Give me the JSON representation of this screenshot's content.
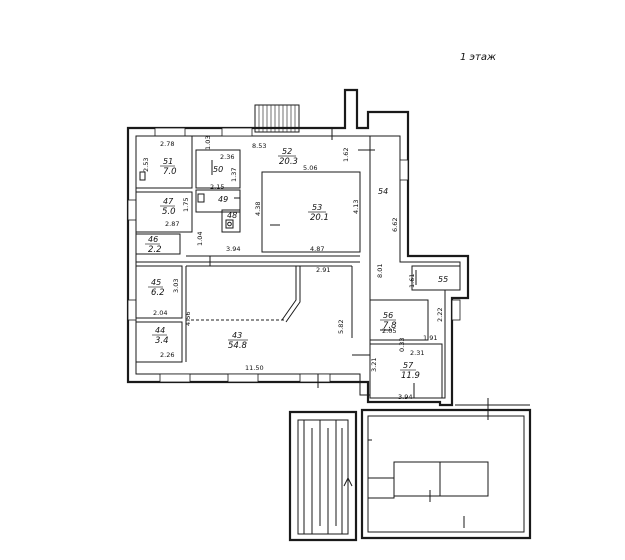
{
  "floor_label": "1 этаж",
  "rooms": [
    {
      "id": "51",
      "number": "51",
      "area": "7.0"
    },
    {
      "id": "50",
      "number": "50",
      "area": ""
    },
    {
      "id": "52",
      "number": "52",
      "area": "20.3"
    },
    {
      "id": "49",
      "number": "49",
      "area": ""
    },
    {
      "id": "48",
      "number": "48",
      "area": ""
    },
    {
      "id": "47",
      "number": "47",
      "area": "5.0"
    },
    {
      "id": "53",
      "number": "53",
      "area": "20.1"
    },
    {
      "id": "54",
      "number": "54",
      "area": ""
    },
    {
      "id": "46",
      "number": "46",
      "area": "2.2"
    },
    {
      "id": "55",
      "number": "55",
      "area": ""
    },
    {
      "id": "45",
      "number": "45",
      "area": "6.2"
    },
    {
      "id": "56",
      "number": "56",
      "area": "7.8"
    },
    {
      "id": "44",
      "number": "44",
      "area": "3.4"
    },
    {
      "id": "43",
      "number": "43",
      "area": "54.8"
    },
    {
      "id": "57",
      "number": "57",
      "area": "11.9"
    }
  ],
  "dimensions": [
    "2.78",
    "1.03",
    "8.53",
    "2.53",
    "2.36",
    "1.37",
    "1.62",
    "5.06",
    "2.15",
    "1.75",
    "4.38",
    "4.13",
    "6.62",
    "2.87",
    "1.04",
    "3.94",
    "4.87",
    "2.91",
    "8.01",
    "1.61",
    "3.03",
    "2.04",
    "4.56",
    "2.26",
    "5.82",
    "2.05",
    "2.22",
    "0.33",
    "1.91",
    "2.31",
    "3.21",
    "11.50",
    "3.94"
  ]
}
